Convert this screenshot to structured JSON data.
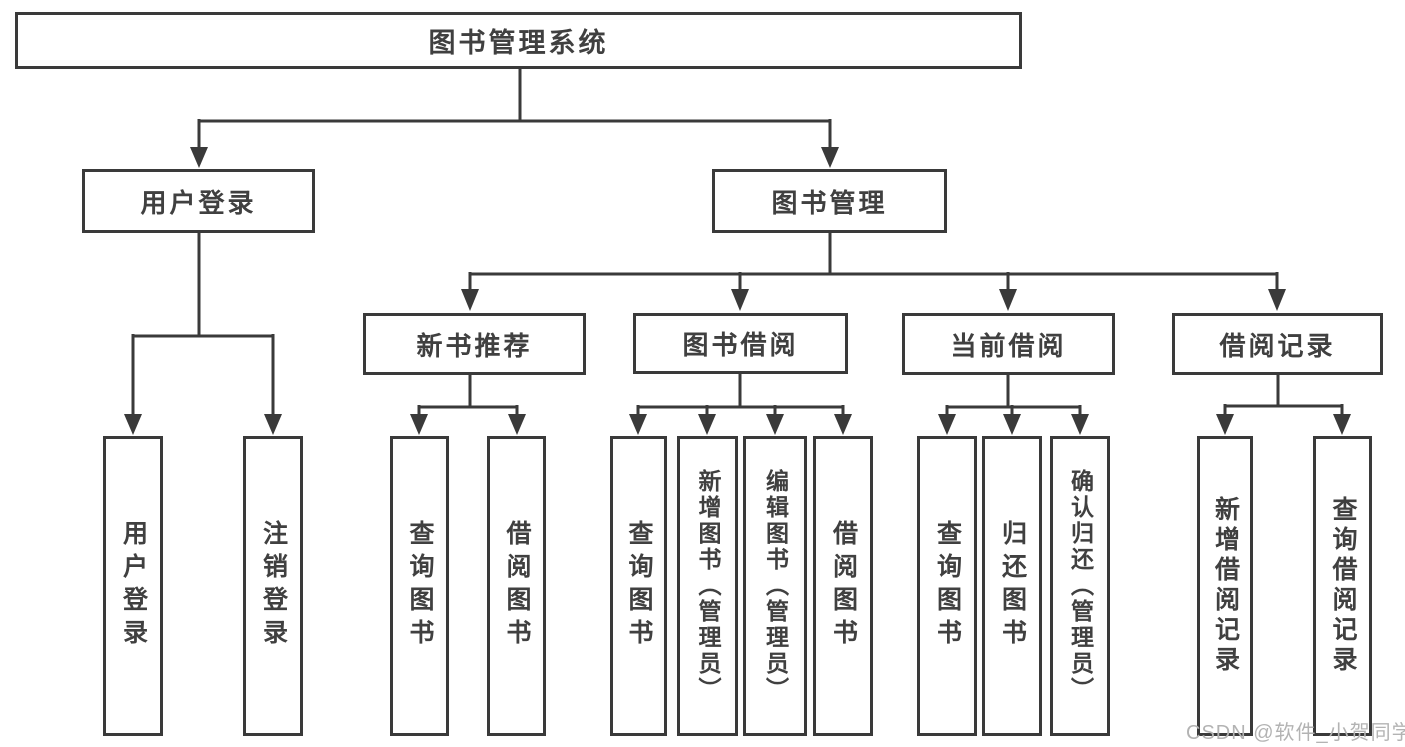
{
  "colors": {
    "line": "#3a3a3a",
    "node_border": "#3a3a3a",
    "node_text": "#404040",
    "background": "#ffffff",
    "watermark_text_color": "#b3b3b3"
  },
  "tree": {
    "label": "图书管理系统",
    "children": [
      {
        "label": "用户登录",
        "children": [
          {
            "label": "用户登录"
          },
          {
            "label": "注销登录"
          }
        ]
      },
      {
        "label": "图书管理",
        "children": [
          {
            "label": "新书推荐",
            "children": [
              {
                "label": "查询图书"
              },
              {
                "label": "借阅图书"
              }
            ]
          },
          {
            "label": "图书借阅",
            "children": [
              {
                "label": "查询图书"
              },
              {
                "label": "新增图书（管理员）"
              },
              {
                "label": "编辑图书（管理员）"
              },
              {
                "label": "借阅图书"
              }
            ]
          },
          {
            "label": "当前借阅",
            "children": [
              {
                "label": "查询图书"
              },
              {
                "label": "归还图书"
              },
              {
                "label": "确认归还（管理员）"
              }
            ]
          },
          {
            "label": "借阅记录",
            "children": [
              {
                "label": "新增借阅记录"
              },
              {
                "label": "查询借阅记录"
              }
            ]
          }
        ]
      }
    ]
  },
  "watermark": {
    "text": "CSDN @软件_小贺同学"
  }
}
